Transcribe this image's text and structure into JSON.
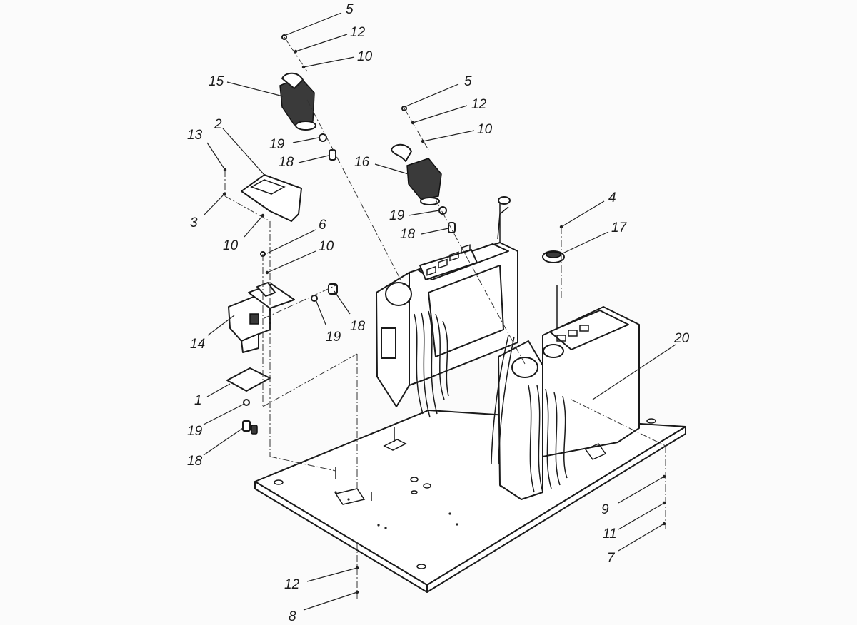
{
  "callouts": {
    "c1": "1",
    "c2": "2",
    "c3": "3",
    "c4": "4",
    "c5a": "5",
    "c5b": "5",
    "c6": "6",
    "c7": "7",
    "c8": "8",
    "c9": "9",
    "c10a": "10",
    "c10b": "10",
    "c10c": "10",
    "c10d": "10",
    "c11": "11",
    "c12a": "12",
    "c12b": "12",
    "c12c": "12",
    "c13": "13",
    "c14": "14",
    "c15": "15",
    "c16": "16",
    "c17": "17",
    "c18a": "18",
    "c18b": "18",
    "c18c": "18",
    "c18d": "18",
    "c19a": "19",
    "c19b": "19",
    "c19c": "19",
    "c19d": "19",
    "c20": "20"
  },
  "colors": {
    "line": "#1a1a1a",
    "background": "#fbfbfb"
  }
}
